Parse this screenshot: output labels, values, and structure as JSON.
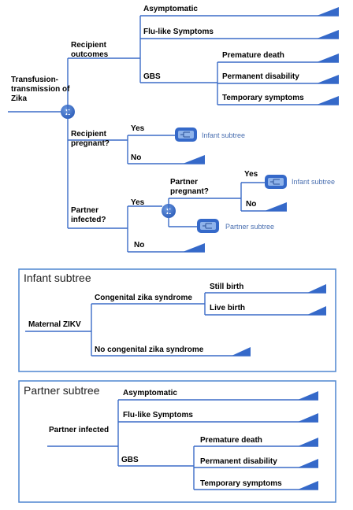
{
  "main_tree": {
    "root_label_line1": "Transfusion-",
    "root_label_line2": "transmission of",
    "root_label_line3": "Zika",
    "sum_symbol": "Σ",
    "recipient_outcomes_line1": "Recipient",
    "recipient_outcomes_line2": "outcomes",
    "asymptomatic": "Asymptomatic",
    "flu_like": "Flu-like Symptoms",
    "gbs": "GBS",
    "premature_death": "Premature death",
    "permanent_disability": "Permanent disability",
    "temporary_symptoms": "Temporary symptoms",
    "recipient_pregnant_line1": "Recipient",
    "recipient_pregnant_line2": "pregnant?",
    "yes1": "Yes",
    "no1": "No",
    "infant_subtree_ref": "Infant subtree",
    "partner_infected_line1": "Partner",
    "partner_infected_line2": "infected?",
    "yes2": "Yes",
    "no2": "No",
    "partner_pregnant_line1": "Partner",
    "partner_pregnant_line2": "pregnant?",
    "yes3": "Yes",
    "no3": "No",
    "infant_subtree_ref2": "Infant subtree",
    "partner_subtree_ref": "Partner subtree"
  },
  "infant_subtree": {
    "title": "Infant subtree",
    "root": "Maternal ZIKV",
    "czs": "Congenital zika syndrome",
    "still_birth": "Still birth",
    "live_birth": "Live birth",
    "no_czs": "No congenital zika syndrome"
  },
  "partner_subtree": {
    "title": "Partner subtree",
    "root": "Partner infected",
    "asymptomatic": "Asymptomatic",
    "flu_like": "Flu-like Symptoms",
    "gbs": "GBS",
    "premature_death": "Premature death",
    "permanent_disability": "Permanent disability",
    "temporary_symptoms": "Temporary symptoms"
  },
  "colors": {
    "line": "#3b6cc7",
    "terminal": "#3569c9",
    "chance_node": "#3569c9",
    "box_border": "#4f86d0",
    "subtree_label": "#4a6fb0"
  },
  "icons": [
    "chance-node-icon",
    "terminal-node-icon",
    "subtree-node-icon"
  ]
}
